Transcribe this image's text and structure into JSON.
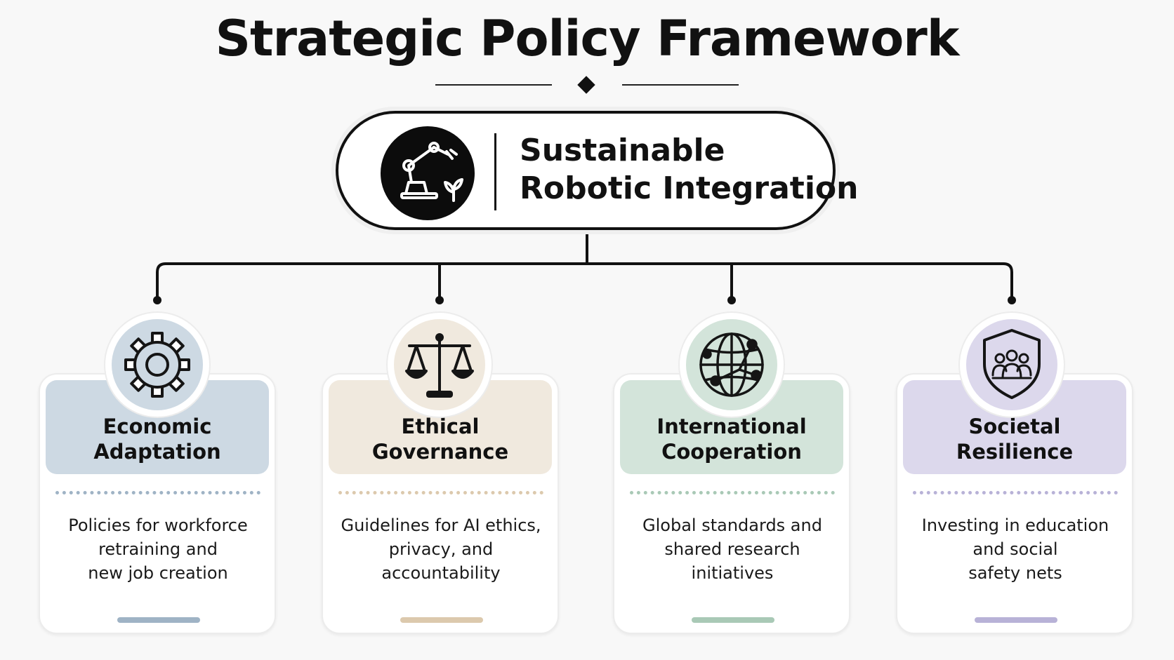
{
  "title": "Strategic Policy Framework",
  "central": {
    "title_lines": [
      "Sustainable",
      "Robotic Integration"
    ],
    "icon": "robot-arm-with-leaf-icon"
  },
  "pillars": [
    {
      "title_lines": [
        "Economic",
        "Adaptation"
      ],
      "description_lines": [
        "Policies for workforce",
        "retraining and",
        "new job creation"
      ],
      "icon": "gear-icon",
      "color": "#cdd9e3",
      "accent": "#9fb3c5"
    },
    {
      "title_lines": [
        "Ethical",
        "Governance"
      ],
      "description_lines": [
        "Guidelines for AI ethics,",
        "privacy, and",
        "accountability"
      ],
      "icon": "balance-scale-icon",
      "color": "#f0e9de",
      "accent": "#dcc9ad"
    },
    {
      "title_lines": [
        "International",
        "Cooperation"
      ],
      "description_lines": [
        "Global standards and",
        "shared research",
        "initiatives"
      ],
      "icon": "network-globe-icon",
      "color": "#d3e4da",
      "accent": "#a9c9b6"
    },
    {
      "title_lines": [
        "Societal",
        "Resilience"
      ],
      "description_lines": [
        "Investing in education",
        "and social",
        "safety nets"
      ],
      "icon": "shield-people-icon",
      "color": "#dcd8ec",
      "accent": "#b8b2d7"
    }
  ]
}
